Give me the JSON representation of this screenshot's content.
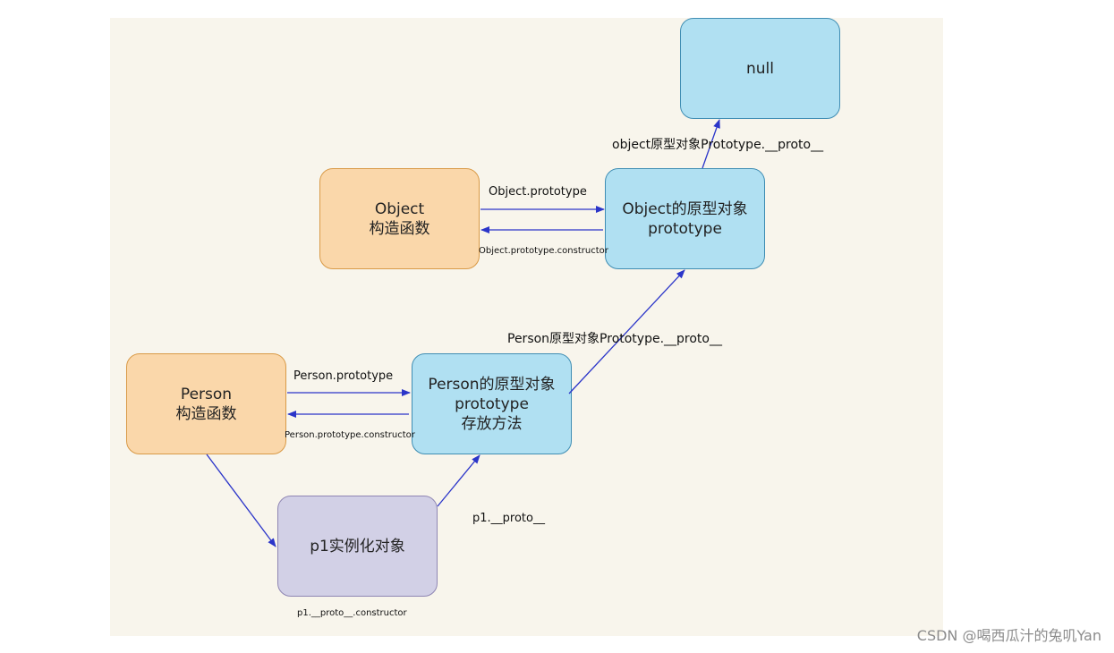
{
  "nodes": {
    "null_box": {
      "line1": "null"
    },
    "object_ctor": {
      "line1": "Object",
      "line2": "构造函数"
    },
    "object_proto": {
      "line1": "Object的原型对象",
      "line2": "prototype"
    },
    "person_ctor": {
      "line1": "Person",
      "line2": "构造函数"
    },
    "person_proto": {
      "line1": "Person的原型对象",
      "line2": "prototype",
      "line3": "存放方法"
    },
    "p1": {
      "line1": "p1实例化对象"
    }
  },
  "edges": {
    "object_proto_to_null": "object原型对象Prototype.__proto__",
    "object_prototype": "Object.prototype",
    "object_constructor": "Object.prototype.constructor",
    "person_proto_to_object_proto": "Person原型对象Prototype.__proto__",
    "person_prototype": "Person.prototype",
    "person_constructor": "Person.prototype.constructor",
    "p1_proto": "p1.__proto__",
    "p1_proto_constructor": "p1.__proto__.constructor"
  },
  "colors": {
    "constructor_fill": "#fad7aa",
    "prototype_fill": "#b0e0f2",
    "instance_fill": "#d2d0e6",
    "arrow": "#2b35c9",
    "background": "#f8f5ec"
  },
  "watermark": "CSDN @喝西瓜汁的兔叽Yan"
}
